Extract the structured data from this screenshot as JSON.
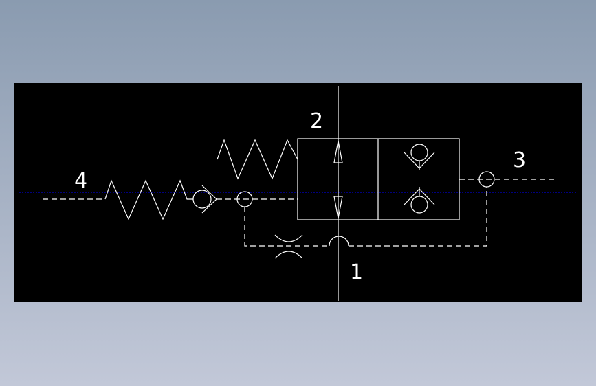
{
  "viewport": {
    "background_top": "#8a9bb0",
    "background_bottom": "#c2c8d8",
    "drawing_background": "#000000"
  },
  "colors": {
    "line": "#ffffff",
    "axis": "#0000ff"
  },
  "ports": {
    "p1": "1",
    "p2": "2",
    "p3": "3",
    "p4": "4"
  }
}
